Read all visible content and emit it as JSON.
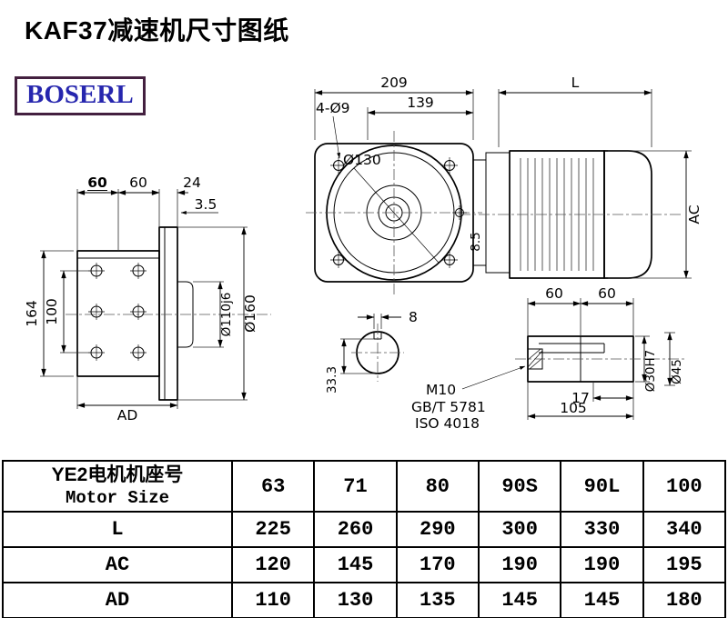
{
  "page": {
    "title": "KAF37减速机尺寸图纸",
    "brand": "BOSERL"
  },
  "drawing": {
    "front_view": {
      "dim_total": "209",
      "dim_bolt_span": "139",
      "bolt_note": "4-Ø9",
      "flange_dia": "Ø130"
    },
    "motor_view": {
      "dim_length": "L",
      "dim_height": "AC",
      "dim_offset": "8.5"
    },
    "side_view": {
      "dim_60_left": "60",
      "dim_60_right": "60",
      "dim_24": "24",
      "dim_3_5": "3.5",
      "dim_164": "164",
      "dim_100": "100",
      "dim_ad": "AD",
      "hub_dia": "Ø110j6",
      "flange_dia": "Ø160"
    },
    "shaft_end": {
      "key_width": "8",
      "dim_33_3": "33.3",
      "note_thread": "M10",
      "note_std1": "GB/T 5781",
      "note_std2": "ISO 4018"
    },
    "shaft_detail": {
      "dim_60_left": "60",
      "dim_60_right": "60",
      "dim_17": "17",
      "dim_105": "105",
      "shaft_dia": "Ø30H7",
      "shoulder_dia": "Ø45"
    }
  },
  "table": {
    "row_header_cn": "YE2电机机座号",
    "row_header_en": "Motor Size",
    "motor_sizes": [
      "63",
      "71",
      "80",
      "90S",
      "90L",
      "100"
    ],
    "rows": [
      {
        "label": "L",
        "values": [
          "225",
          "260",
          "290",
          "300",
          "330",
          "340"
        ]
      },
      {
        "label": "AC",
        "values": [
          "120",
          "145",
          "170",
          "190",
          "190",
          "195"
        ]
      },
      {
        "label": "AD",
        "values": [
          "110",
          "130",
          "135",
          "145",
          "145",
          "180"
        ]
      }
    ]
  }
}
